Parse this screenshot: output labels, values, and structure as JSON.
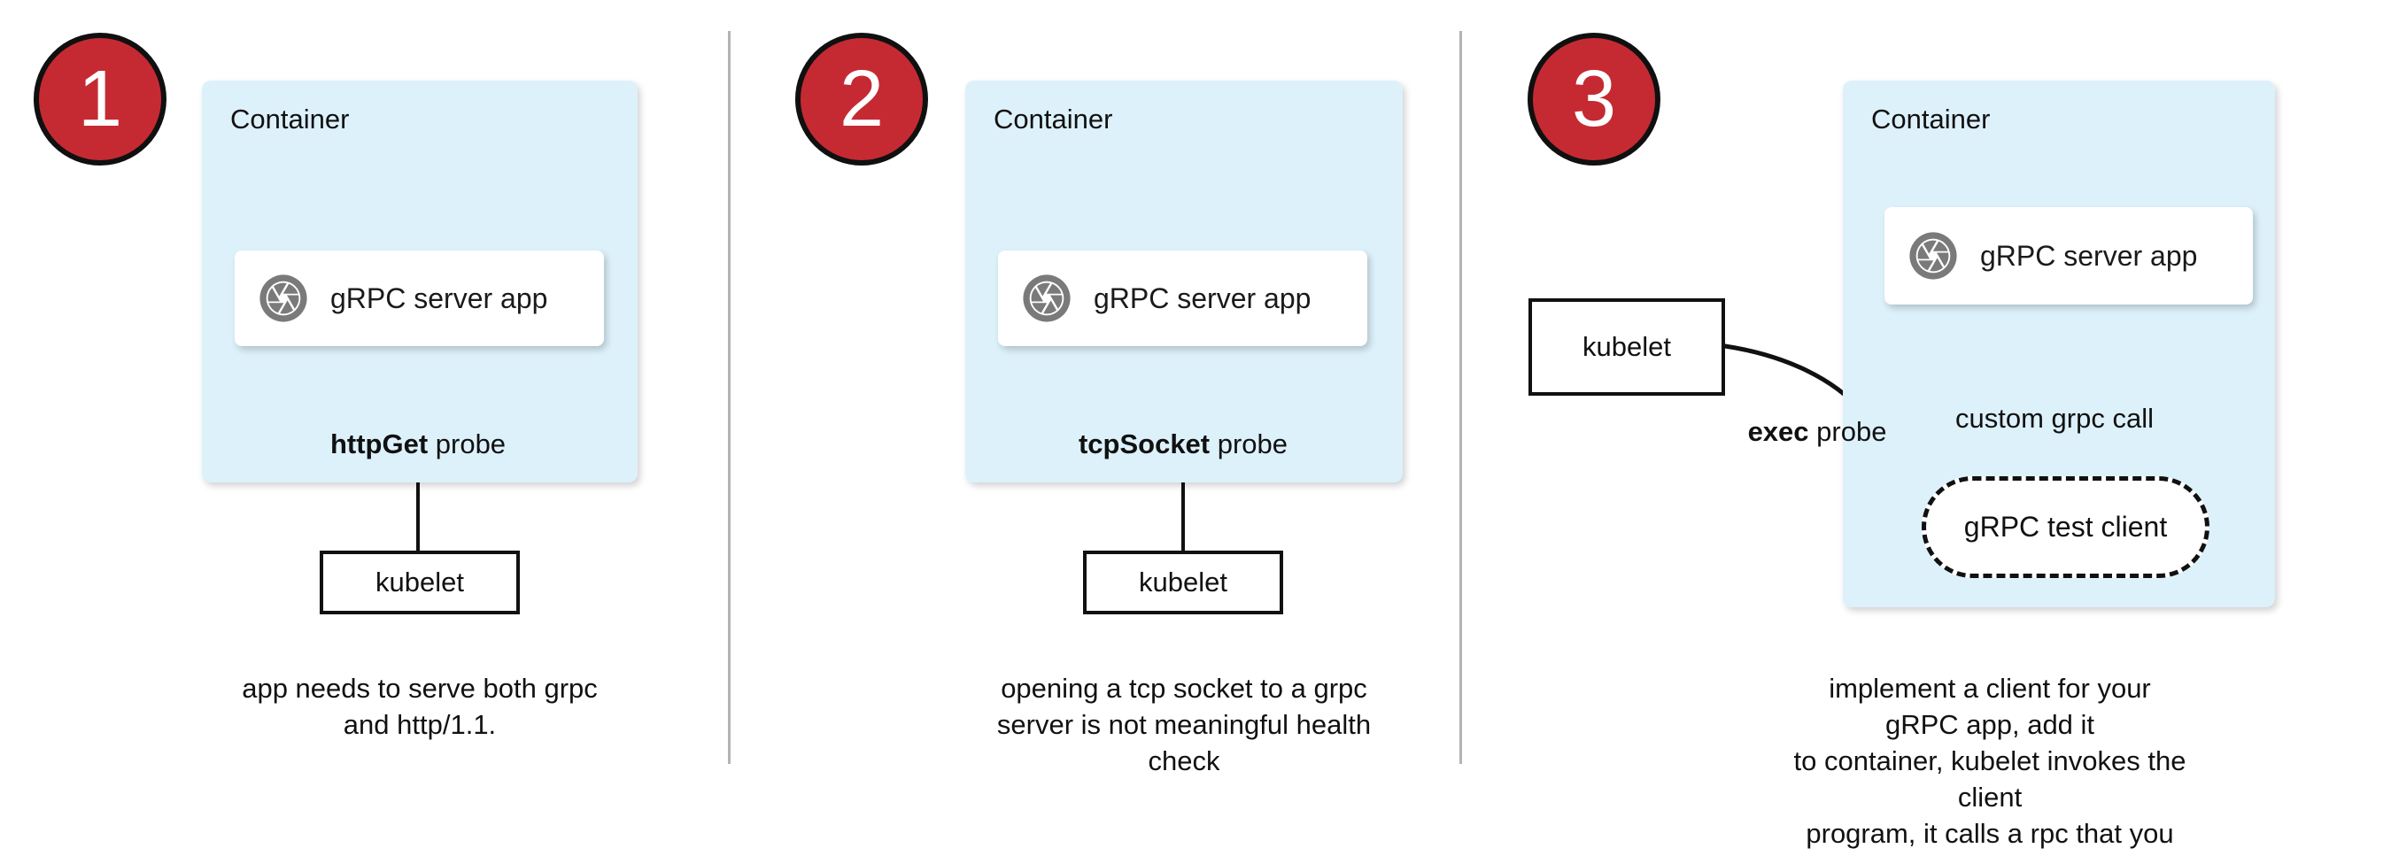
{
  "colors": {
    "container_fill": "#ddf1fb",
    "badge_fill": "#c52a33",
    "badge_border": "#101010",
    "divider_gray": "#b3b3b3",
    "icon_gray": "#7a7a7a",
    "line_black": "#111111"
  },
  "panels": [
    {
      "number": "1",
      "container_label": "Container",
      "app_label": "gRPC server app",
      "probe_bold": "httpGet",
      "probe_rest": " probe",
      "kubelet_label": "kubelet",
      "caption_lines": [
        "app needs to serve both grpc",
        "and http/1.1."
      ]
    },
    {
      "number": "2",
      "container_label": "Container",
      "app_label": "gRPC server app",
      "probe_bold": "tcpSocket",
      "probe_rest": " probe",
      "kubelet_label": "kubelet",
      "caption_lines": [
        "opening a tcp socket to a grpc",
        "server is not meaningful health",
        "check"
      ]
    },
    {
      "number": "3",
      "container_label": "Container",
      "app_label": "gRPC server app",
      "probe_bold": "exec",
      "probe_rest": " probe",
      "kubelet_label": "kubelet",
      "call_label": "custom grpc call",
      "client_label": "gRPC test client",
      "caption_lines": [
        "implement a client for your gRPC app, add it",
        "to container, kubelet invokes the client",
        "program, it calls a rpc that you implement"
      ]
    }
  ]
}
